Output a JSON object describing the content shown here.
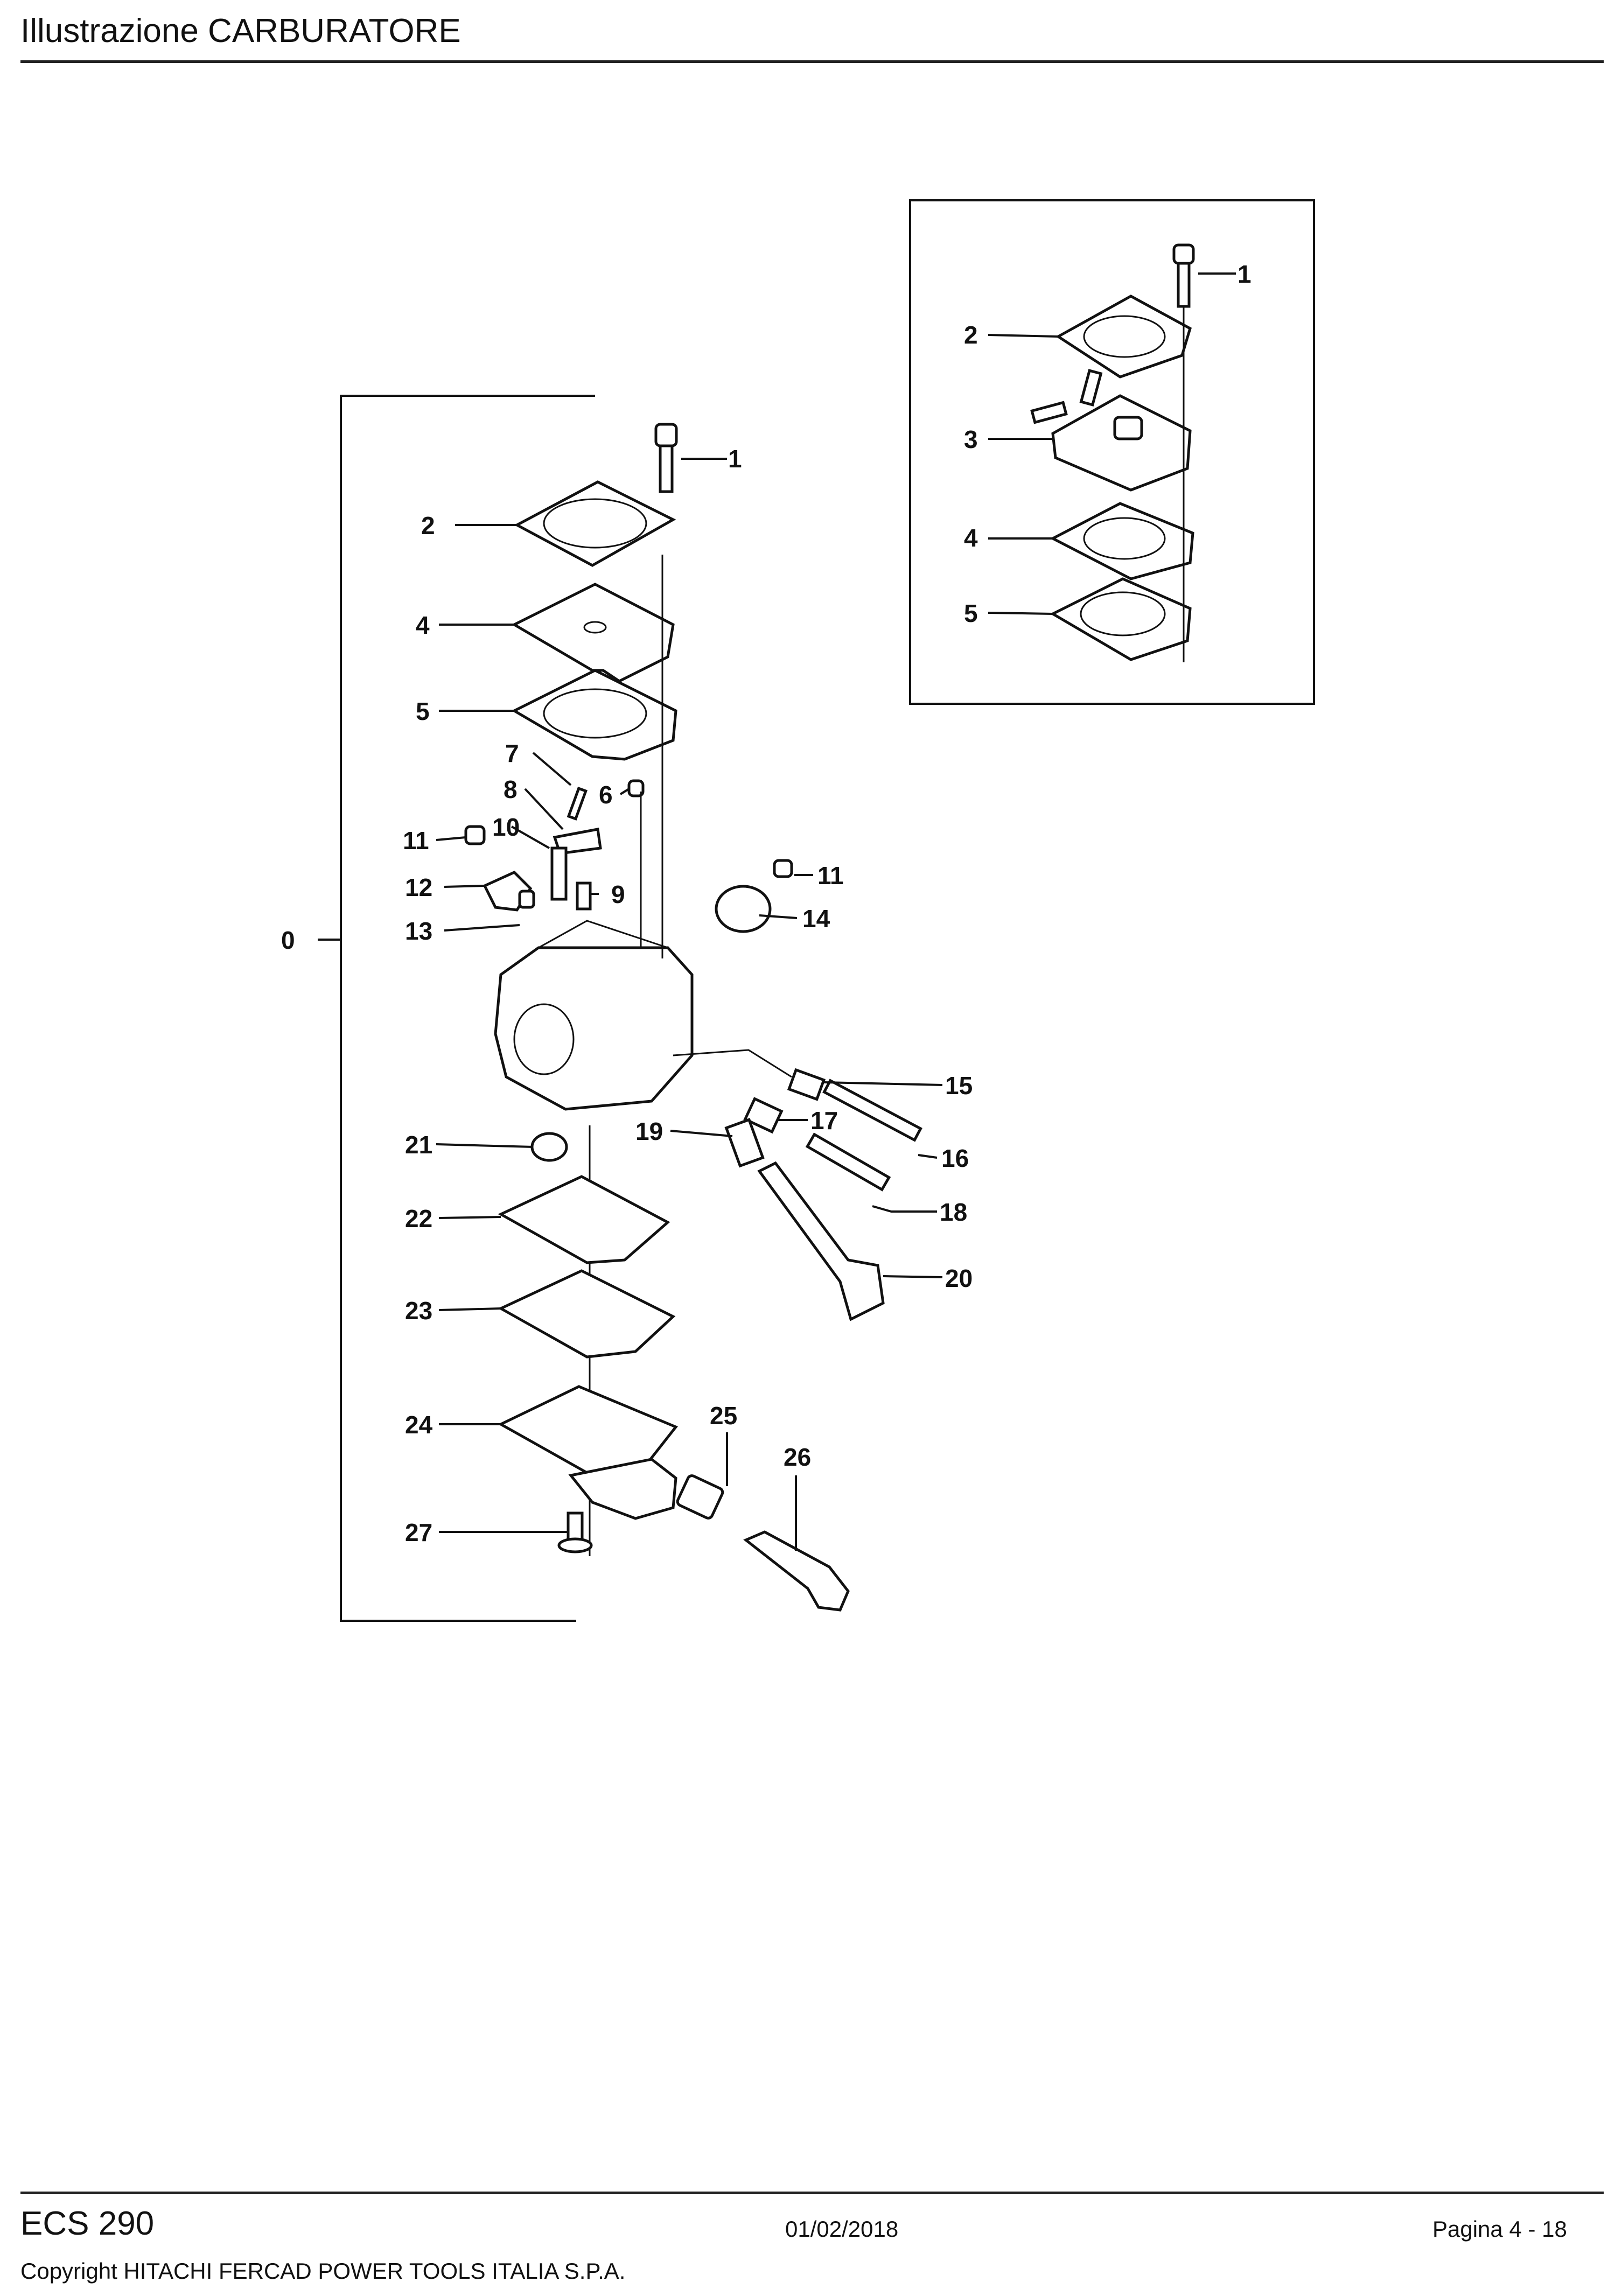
{
  "header": {
    "title": "Illustrazione  CARBURATORE"
  },
  "footer": {
    "model": "ECS 290",
    "date": "01/02/2018",
    "page": "Pagina 4 - 18",
    "copyright": "Copyright HITACHI FERCAD POWER TOOLS ITALIA S.P.A."
  },
  "diagram": {
    "main_labels": [
      "0",
      "1",
      "2",
      "4",
      "5",
      "6",
      "7",
      "8",
      "9",
      "10",
      "11",
      "12",
      "13",
      "11",
      "14",
      "15",
      "16",
      "17",
      "18",
      "19",
      "20",
      "21",
      "22",
      "23",
      "24",
      "25",
      "26",
      "27"
    ],
    "inset_labels": [
      "1",
      "2",
      "3",
      "4",
      "5"
    ]
  }
}
